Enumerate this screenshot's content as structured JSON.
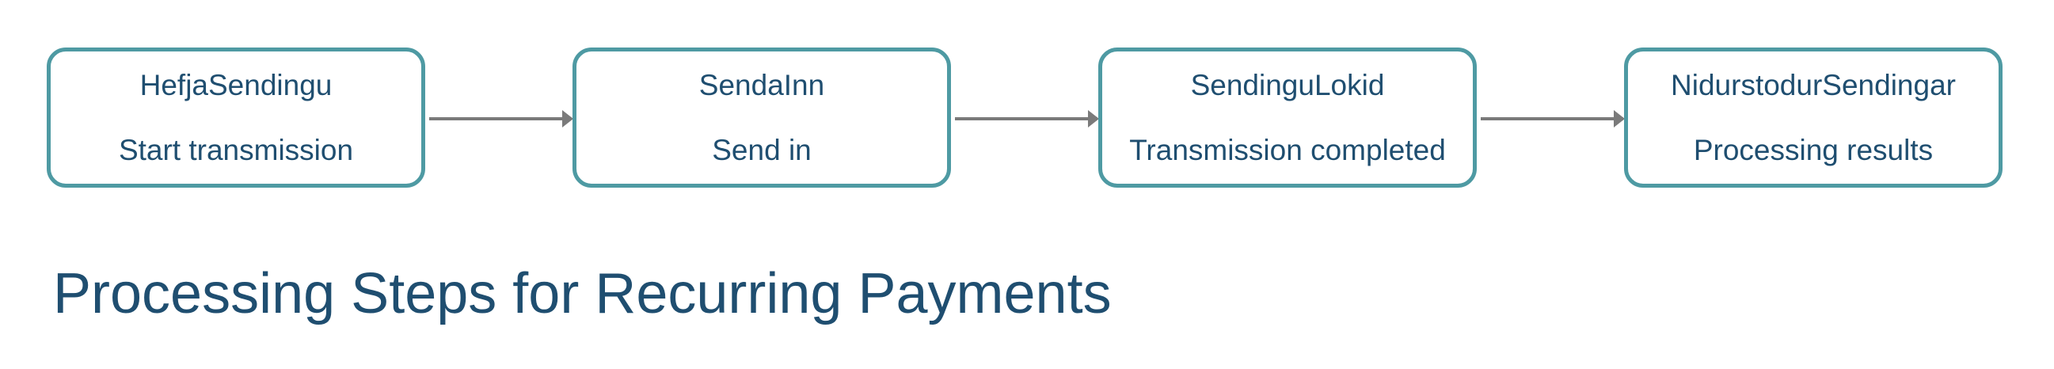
{
  "steps": [
    {
      "name": "HefjaSendingu",
      "description": "Start transmission"
    },
    {
      "name": "SendaInn",
      "description": "Send in"
    },
    {
      "name": "SendinguLokid",
      "description": "Transmission completed"
    },
    {
      "name": "NidurstodurSendingar",
      "description": "Processing results"
    }
  ],
  "title": "Processing Steps for Recurring Payments",
  "colors": {
    "box_border": "#4e9aa3",
    "text": "#1f4e70",
    "connector": "#7a7a7a"
  }
}
